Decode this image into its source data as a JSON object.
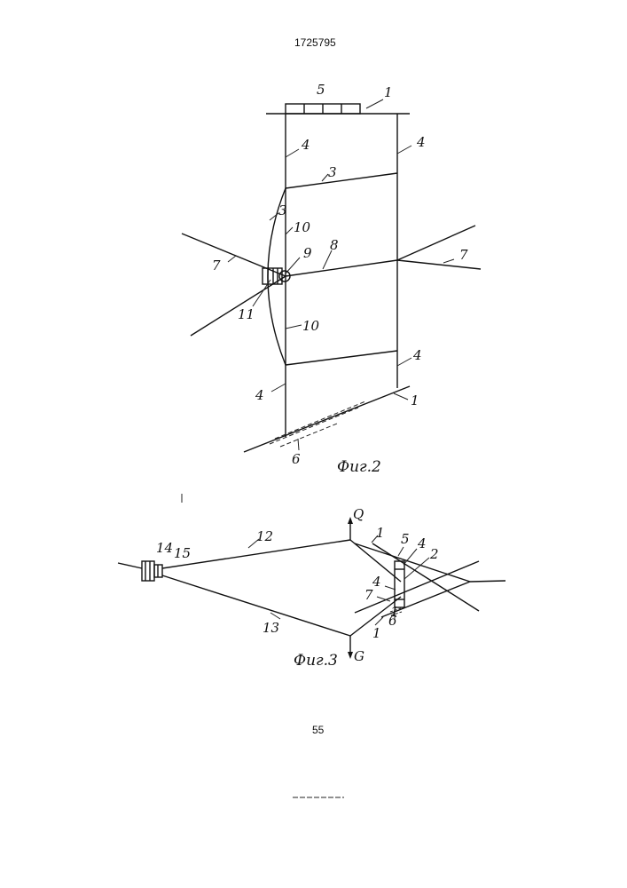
{
  "document": {
    "patent_number": "1725795",
    "page_number": "55"
  },
  "figure2": {
    "caption": "Фиг.2",
    "labels": {
      "l5": "5",
      "l1_top": "1",
      "l4_ul": "4",
      "l4_ur": "4",
      "l3_a": "3",
      "l3_b": "3",
      "l10_a": "10",
      "l9": "9",
      "l8": "8",
      "l7_left": "7",
      "l7_right": "7",
      "l11": "11",
      "l10_b": "10",
      "l4_lr": "4",
      "l4_ll": "4",
      "l1_bottom": "1",
      "l6": "6"
    }
  },
  "figure3": {
    "caption": "Фиг.3",
    "labels": {
      "l14": "14",
      "l15": "15",
      "l12": "12",
      "lQ": "Q",
      "l1_a": "1",
      "l5": "5",
      "l4_a": "4",
      "l2": "2",
      "l4_b": "4",
      "l7": "7",
      "l13": "13",
      "l1_b": "1",
      "l6": "6",
      "l1_c": "1",
      "lG": "G"
    }
  }
}
